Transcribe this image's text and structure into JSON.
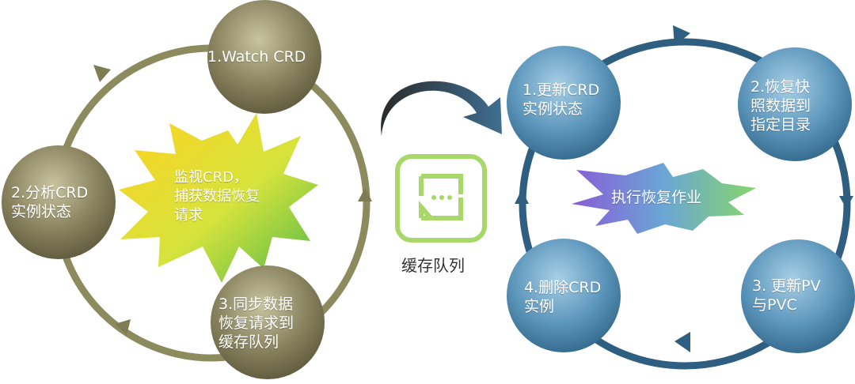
{
  "left_cycle": {
    "center_text": "监视CRD，\n捕获数据恢复\n请求",
    "nodes": [
      {
        "label": "1.Watch CRD"
      },
      {
        "label": "2.分析CRD\n实例状态"
      },
      {
        "label": "3.同步数据\n恢复请求到\n缓存队列"
      }
    ]
  },
  "queue": {
    "label": "缓存队列",
    "icon": "message-queue-icon"
  },
  "right_cycle": {
    "center_text": "执行恢复作业",
    "nodes": [
      {
        "label": "1.更新CRD\n实例状态"
      },
      {
        "label": "2.恢复快\n照数据到\n指定目录"
      },
      {
        "label": "3. 更新PV\n与PVC"
      },
      {
        "label": "4.删除CRD\n实例"
      }
    ]
  },
  "colors": {
    "left_ring": "#8c8b5e",
    "left_node": "#8a8460",
    "right_ring": "#2f5f80",
    "right_node": "#5f98bd",
    "queue_icon": "#a8d86a"
  }
}
